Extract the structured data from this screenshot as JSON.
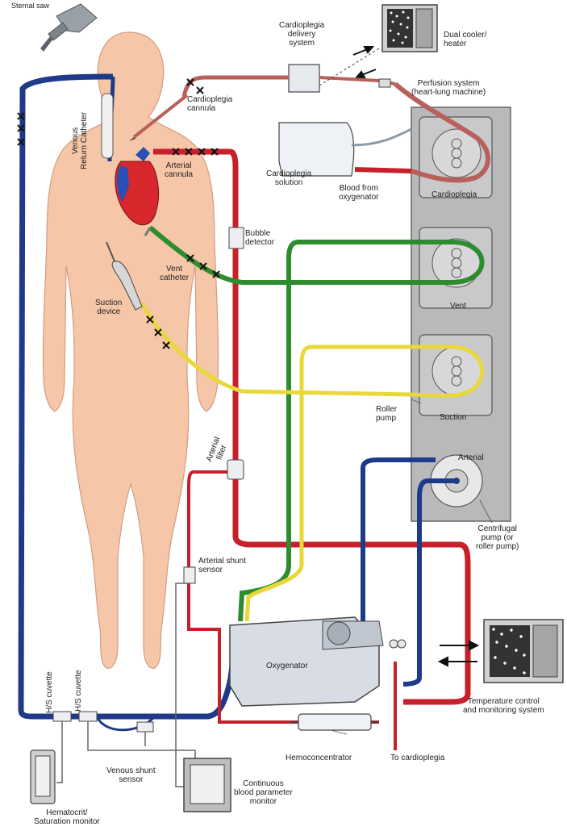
{
  "colors": {
    "skin": "#f6c6a8",
    "skin_outline": "#d39c80",
    "venous": "#1f3a8a",
    "arterial": "#c8202a",
    "vent": "#2e8b2e",
    "suction": "#e8d83a",
    "cardioplegia_line": "#b9605a",
    "machine": "#b9b9bb",
    "device": "#e2e5ea",
    "heart_red": "#d7262c",
    "heart_blue": "#2a4fb5"
  },
  "labels": {
    "bone_saw": "Sternal\nsaw",
    "cardioplegia_delivery": "Cardioplegia\ndelivery\nsystem",
    "dual_cooler": "Dual cooler/\nheater",
    "perfusion_system": "Perfusion system\n(heart-lung machine)",
    "cardioplegia_cannula": "Cardioplegia\ncannula",
    "venous_return_catheter": "Venous\nReturn Catheter",
    "arterial_cannula": "Arterial\ncannula",
    "cardioplegia_solution": "Cardioplegia\nsolution",
    "blood_from_oxygenator": "Blood from\noxygenator",
    "cardioplegia_pump": "Cardioplegia",
    "bubble_detector": "Bubble\ndetector",
    "vent_catheter": "Vent\ncatheter",
    "vent_pump": "Vent",
    "suction_device": "Suction\ndevice",
    "roller_pump": "Roller\npump",
    "suction_pump": "Suction",
    "arterial_filter": "Arterial\nfilter",
    "arterial_pump": "Arterial",
    "centrifugal_pump": "Centrifugal\npump (or\nroller pump)",
    "arterial_shunt_sensor": "Arterial shunt\nsensor",
    "oxygenator": "Oxygenator",
    "hs_cuvette_1": "H/S cuvette",
    "hs_cuvette_2": "H/S cuvette",
    "temperature_control": "Temperature control\nand monitoring system",
    "hemoconcentrator": "Hemoconcentrator",
    "to_cardioplegia": "To cardioplegia",
    "venous_shunt_sensor": "Venous shunt\nsensor",
    "continuous_monitor": "Continuous\nblood parameter\nmonitor",
    "hematocrit_monitor": "Hematocrit/\nSaturation monitor"
  }
}
